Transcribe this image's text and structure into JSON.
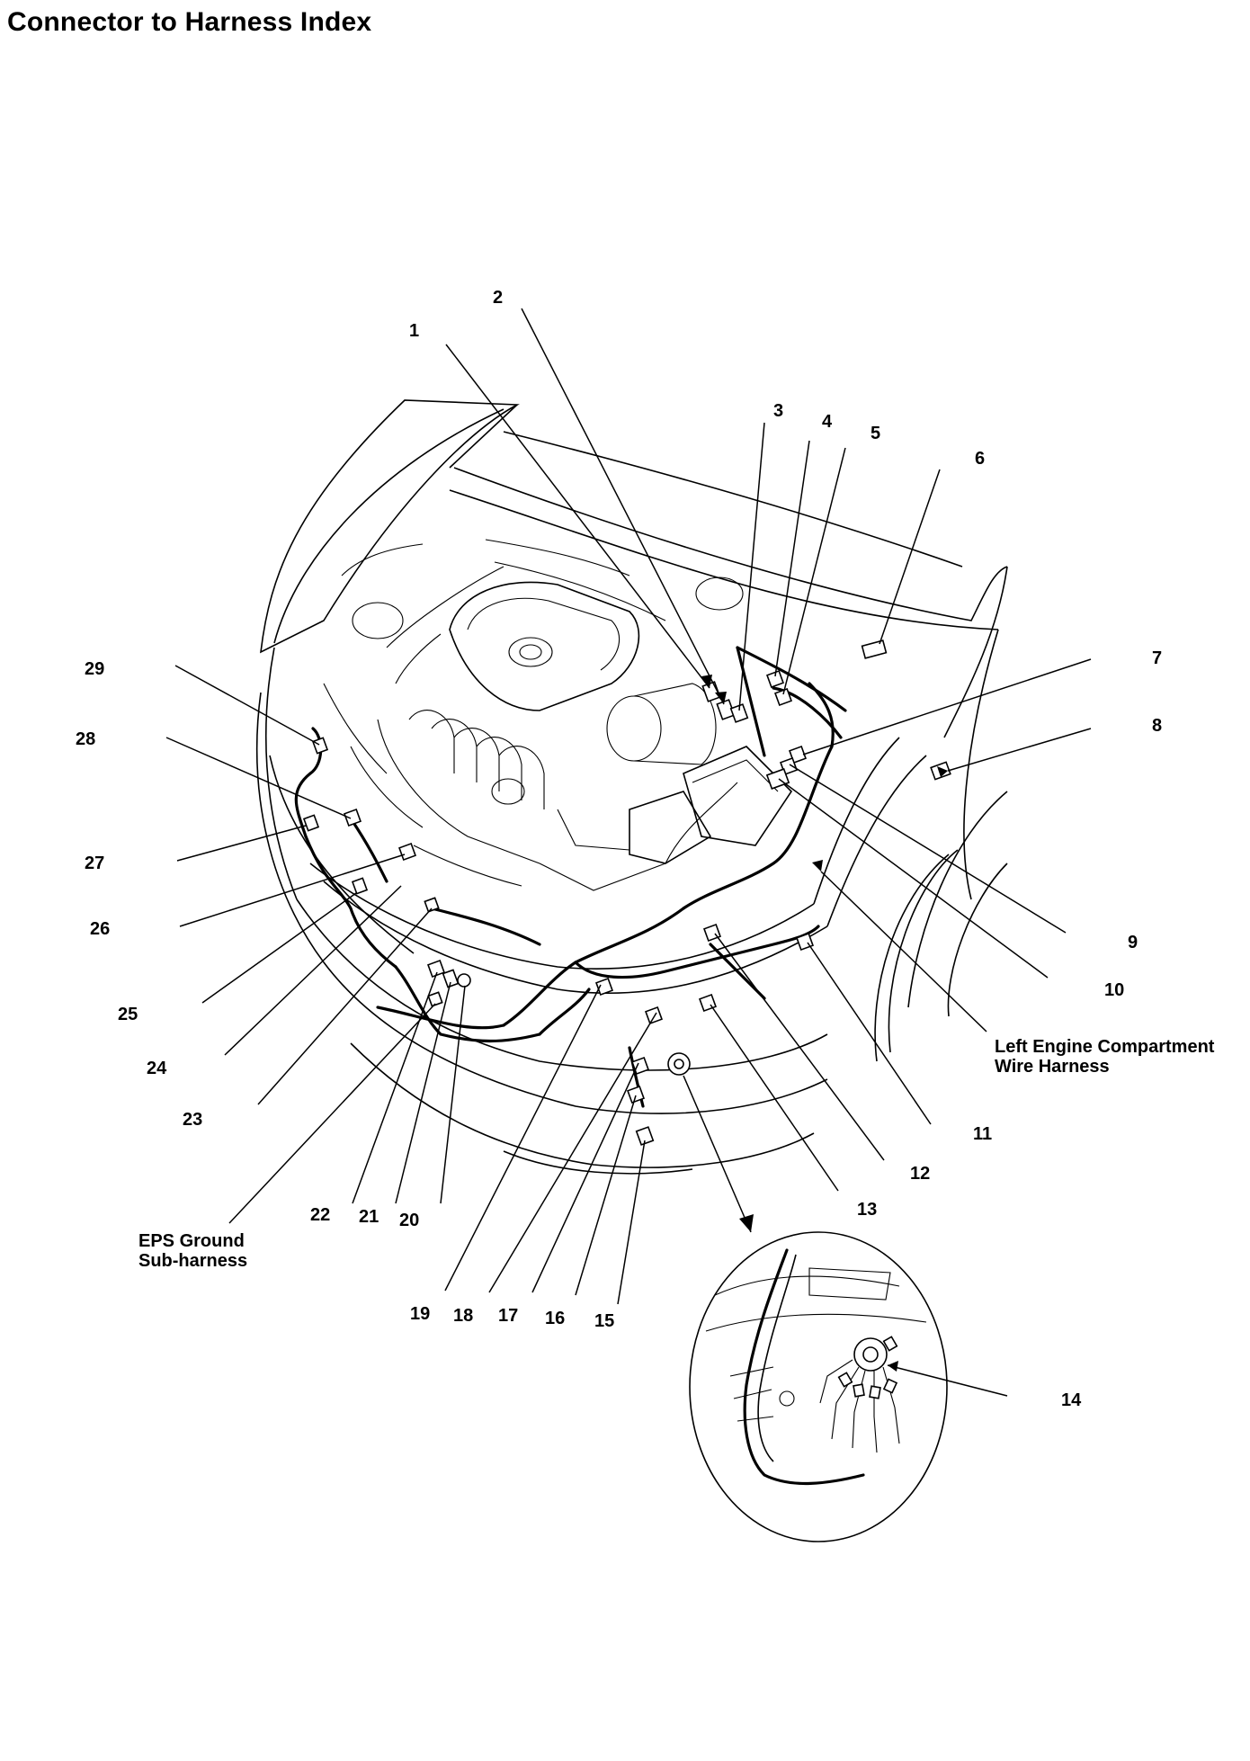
{
  "title": "Connector to Harness Index",
  "callouts": {
    "c1": "1",
    "c2": "2",
    "c3": "3",
    "c4": "4",
    "c5": "5",
    "c6": "6",
    "c7": "7",
    "c8": "8",
    "c9": "9",
    "c10": "10",
    "c11": "11",
    "c12": "12",
    "c13": "13",
    "c14": "14",
    "c15": "15",
    "c16": "16",
    "c17": "17",
    "c18": "18",
    "c19": "19",
    "c20": "20",
    "c21": "21",
    "c22": "22",
    "c23": "23",
    "c24": "24",
    "c25": "25",
    "c26": "26",
    "c27": "27",
    "c28": "28",
    "c29": "29"
  },
  "labels": {
    "left_harness_line1": "Left Engine Compartment",
    "left_harness_line2": "Wire Harness",
    "eps_line1": "EPS Ground",
    "eps_line2": "Sub-harness"
  }
}
